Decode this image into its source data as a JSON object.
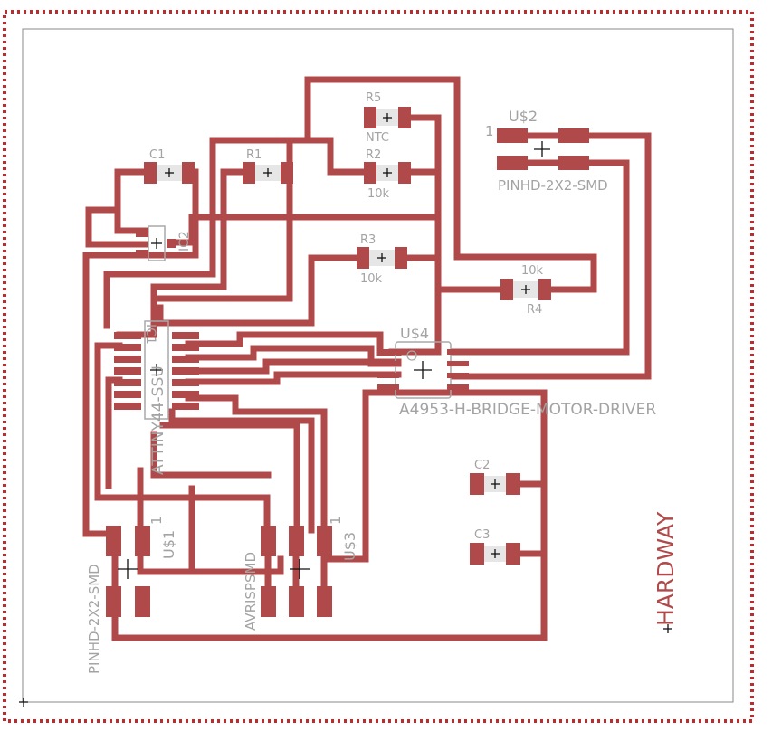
{
  "colors": {
    "copper": "#b04a4a",
    "silk": "#a3a3a3",
    "frame": "#c02a2a"
  },
  "labels": {
    "r5": "R5",
    "ntc": "NTC",
    "r2": "R2",
    "r2_val": "10k",
    "r1": "R1",
    "c1": "C1",
    "ic2": "IC2",
    "r3": "R3",
    "r3_val": "10k",
    "r4": "R4",
    "r4_val": "10k",
    "us2": "U$2",
    "us2_pin": "1",
    "us2_part": "PINHD-2X2-SMD",
    "ic1": "IC1",
    "ic1_part": "ATTINY44-SSU",
    "us4": "U$4",
    "us4_part": "A4953-H-BRIDGE-MOTOR-DRIVER",
    "c2": "C2",
    "c3": "C3",
    "us1": "U$1",
    "us1_pin": "1",
    "us1_part": "PINHD-2X2-SMD",
    "us3": "U$3",
    "us3_pin": "1",
    "us3_part": "AVRISPSMD",
    "brand": "HARDWAY"
  }
}
